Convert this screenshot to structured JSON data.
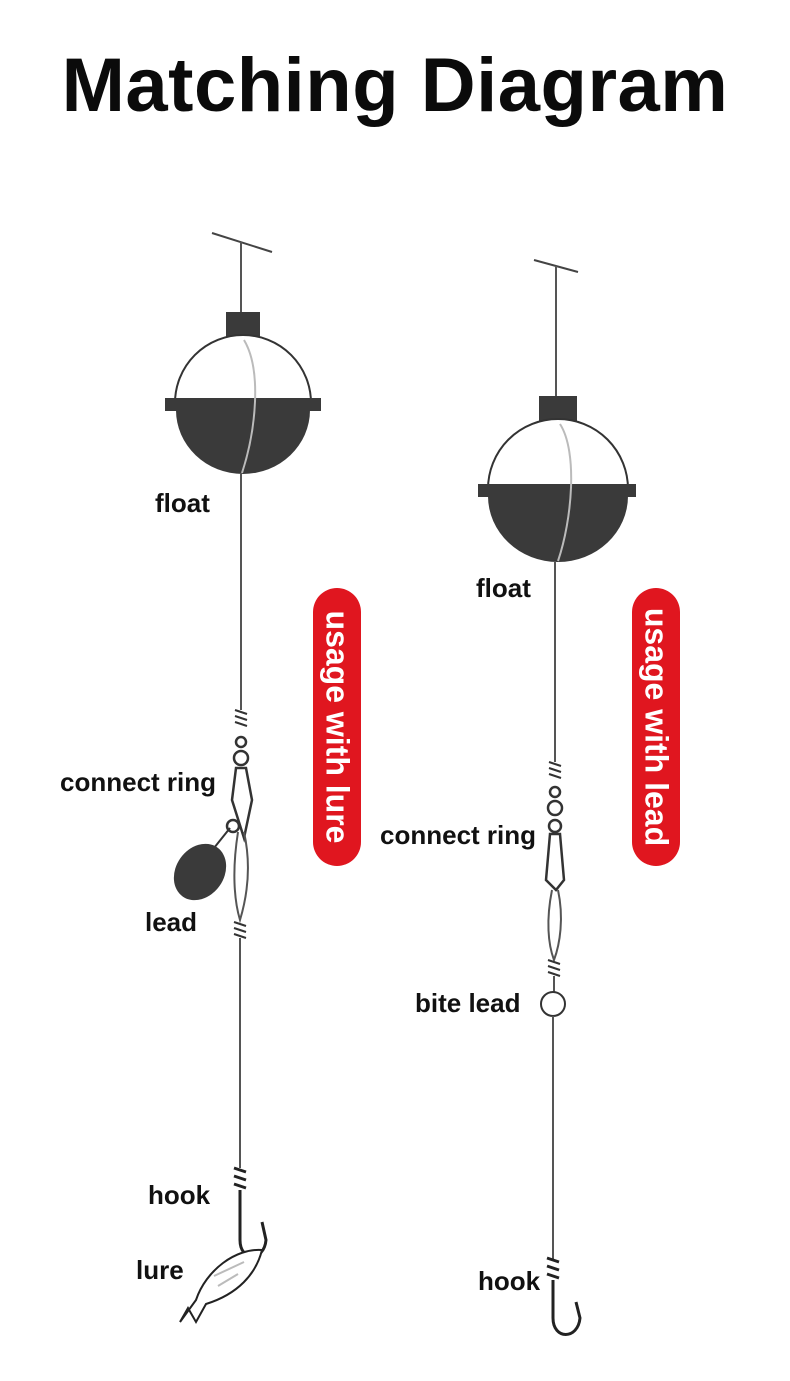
{
  "title": "Matching Diagram",
  "left_rig": {
    "badge": "usage with lure",
    "labels": {
      "float": "float",
      "connect_ring": "connect ring",
      "lead": "lead",
      "hook": "hook",
      "lure": "lure"
    }
  },
  "right_rig": {
    "badge": "usage with lead",
    "labels": {
      "float": "float",
      "connect_ring": "connect ring",
      "bite_lead": "bite lead",
      "hook": "hook"
    }
  },
  "colors": {
    "badge_red": "#e0161f",
    "float_dark": "#3a3a3a",
    "line": "#555555"
  }
}
